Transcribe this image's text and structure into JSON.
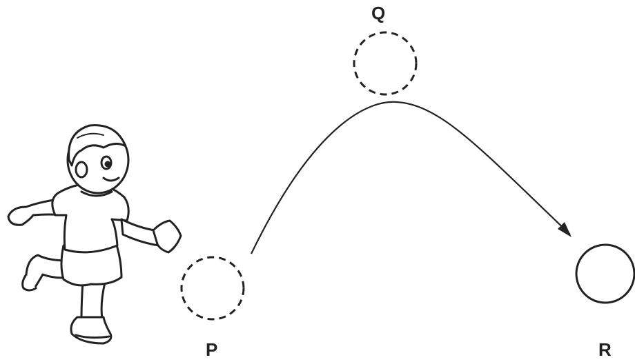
{
  "labels": {
    "p": "P",
    "q": "Q",
    "r": "R"
  },
  "colors": {
    "ink": "#222222",
    "background": "#ffffff"
  },
  "icons": {
    "boy": "running-boy-illustration",
    "ball_start": "dashed-circle",
    "ball_top": "dashed-circle",
    "ball_end": "solid-circle",
    "path": "curved-arrow"
  }
}
